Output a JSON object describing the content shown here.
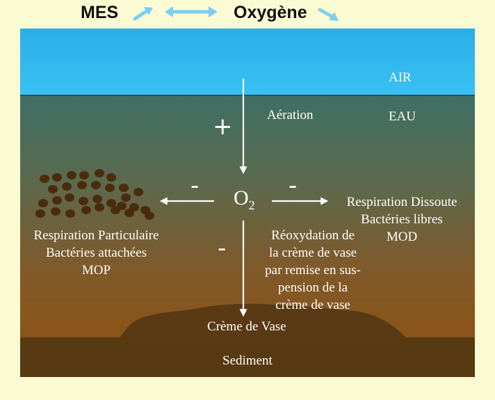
{
  "header": {
    "left_label": "MES",
    "right_label": "Oxygène"
  },
  "layers": {
    "air": "AIR",
    "water": "EAU",
    "cream": "Crème de Vase",
    "sediment": "Sediment"
  },
  "center": {
    "symbol": "O",
    "subscript": "2"
  },
  "processes": {
    "aeration": "Aération",
    "aeration_sign": "+",
    "particulate": {
      "sign": "-",
      "lines": [
        "Respiration Particulaire",
        "Bactéries attachées",
        "MOP"
      ]
    },
    "dissolved": {
      "sign": "-",
      "lines": [
        "Respiration Dissoute",
        "Bactéries libres",
        "MOD"
      ]
    },
    "reoxidation": {
      "sign": "-",
      "lines": [
        "Réoxydation de",
        "la crème de vase",
        "par remise en sus-",
        "pension de la",
        "crème de vase"
      ]
    }
  },
  "colors": {
    "page_background": "#fbfbd3",
    "air": "#2bb7ef",
    "water_top": "#4a7468",
    "water_bottom": "#8a5418",
    "sediment": "#573a12",
    "particles": "#4a2c0c",
    "header_arrows": "#7fcdf2"
  }
}
